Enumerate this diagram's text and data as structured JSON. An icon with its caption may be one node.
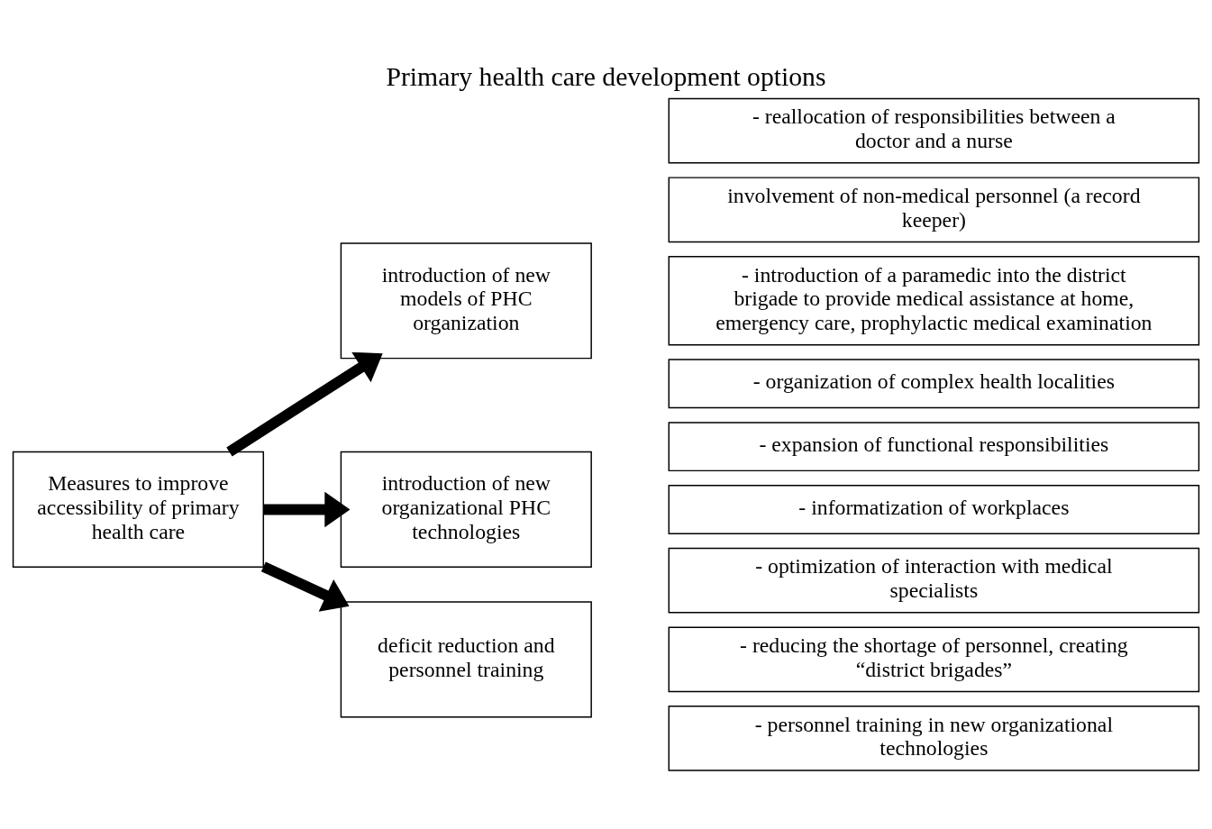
{
  "diagram": {
    "title": "Primary health care development options",
    "nodes": [
      {
        "text": [
          "Measures to improve accessibility of primary health care"
        ]
      },
      {
        "text": [
          "introduction of new models of PHC organization"
        ]
      },
      {
        "text": [
          "introduction of new organizational PHC technologies"
        ]
      },
      {
        "text": [
          "deficit reduction and personnel training"
        ]
      },
      {
        "text": [
          "- reallocation of responsibilities between a doctor and a nurse"
        ]
      },
      {
        "text": [
          "involvement of non-medical personnel (a record keeper)"
        ]
      },
      {
        "text": [
          "- introduction of a paramedic into the district brigade to provide medical assistance at home, emergency care, prophylactic medical examination"
        ]
      },
      {
        "text": [
          "- organization of complex health localities"
        ]
      },
      {
        "text": [
          "- expansion of functional responsibilities"
        ]
      },
      {
        "text": [
          "- informatization of workplaces"
        ]
      },
      {
        "text": [
          "- optimization of interaction with medical specialists"
        ]
      },
      {
        "text": [
          "- reducing the shortage of personnel, creating “district brigades”"
        ]
      },
      {
        "text": [
          "- personnel training in new organizational technologies"
        ]
      }
    ],
    "edges": [
      {
        "from": 0,
        "to": 1,
        "arrow": "to"
      },
      {
        "from": 0,
        "to": 2,
        "arrow": "to"
      },
      {
        "from": 0,
        "to": 3,
        "arrow": "to"
      }
    ]
  }
}
